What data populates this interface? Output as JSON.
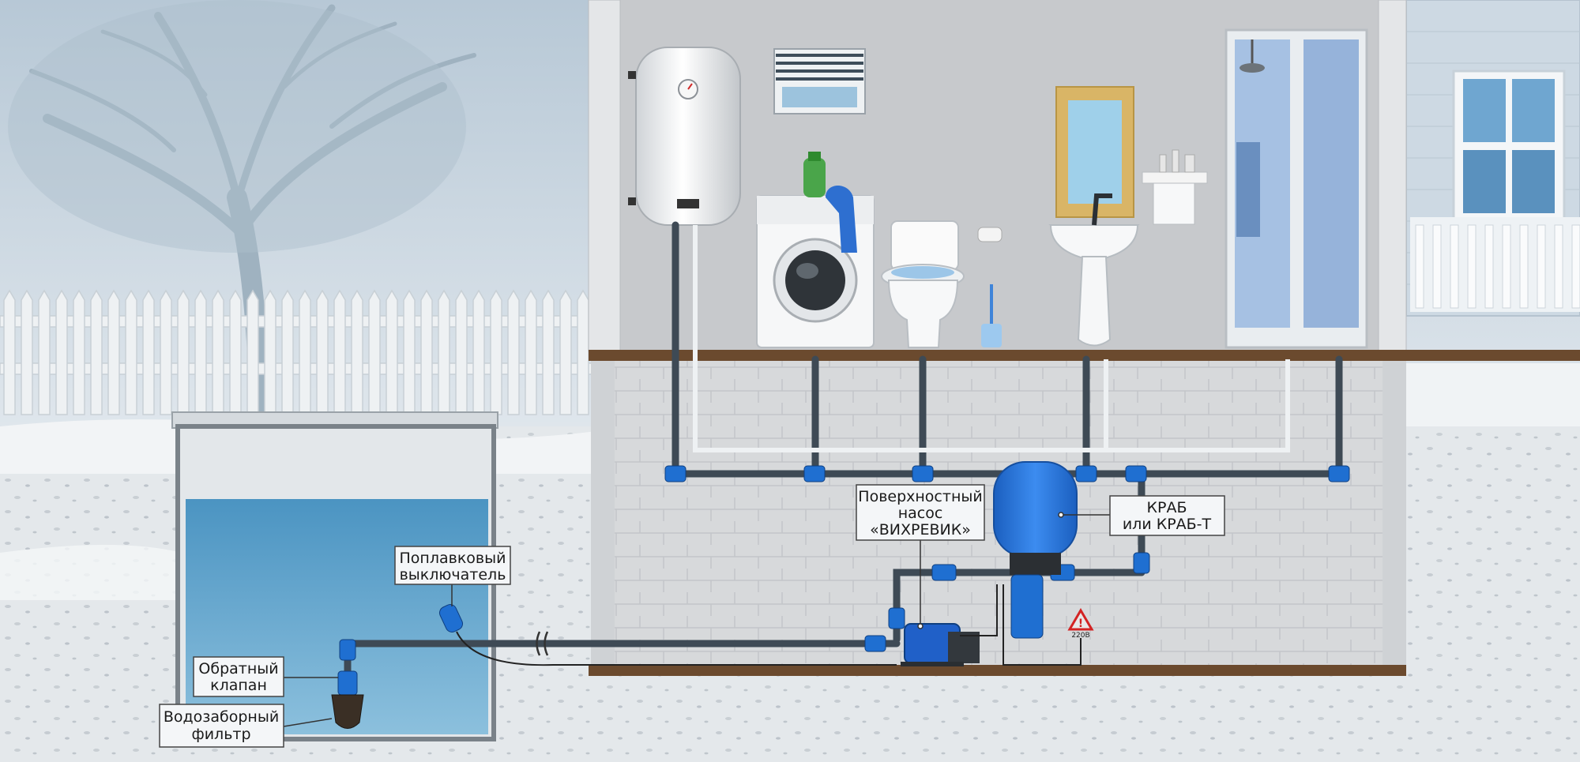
{
  "labels": {
    "surface_pump_line1": "Поверхностный",
    "surface_pump_line2": "насос",
    "surface_pump_line3": "«ВИХРЕВИК»",
    "krab_line1": "КРАБ",
    "krab_line2": "или КРАБ-Т",
    "float_switch_line1": "Поплавковый",
    "float_switch_line2": "выключатель",
    "check_valve_line1": "Обратный",
    "check_valve_line2": "клапан",
    "intake_filter_line1": "Водозаборный",
    "intake_filter_line2": "фильтр",
    "voltage": "220В"
  },
  "colors": {
    "sky": "#c9d7e1",
    "snow": "#e8ecef",
    "water": "#5fa3c9",
    "pipe": "#3e4a55",
    "fitting": "#1f6fd1",
    "tank_blue": "#2f7fe0",
    "floor": "#6b4a2e",
    "wall": "#bfc3c7"
  }
}
